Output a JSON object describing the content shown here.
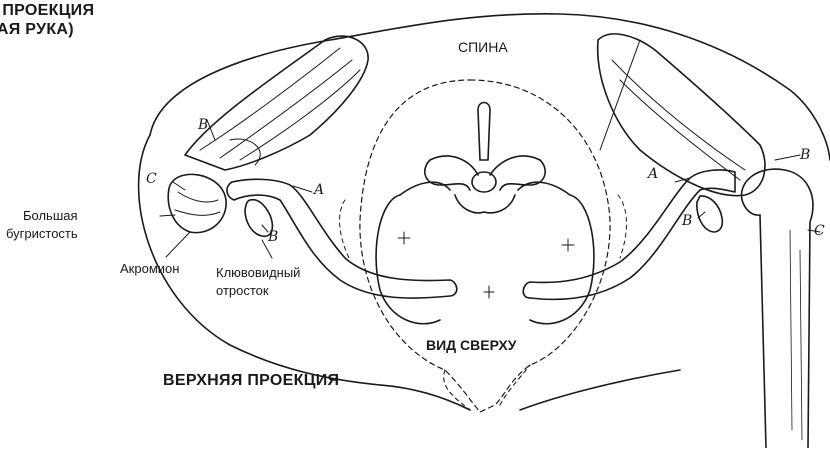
{
  "title_lines": [
    "ЯЯ ПРОЕКЦИЯ",
    "АВАЯ РУКА)"
  ],
  "back_label": "СПИНА",
  "view_label": "ВИД СВЕРХУ",
  "projection_label": "ВЕРХНЯЯ ПРОЕКЦИЯ",
  "left_labels": {
    "greater_tuberosity": [
      "Большая",
      "бугристость"
    ],
    "acromion": "Акромион",
    "coracoid": [
      "Клювовидный",
      "отросток"
    ]
  },
  "letters": {
    "left_b_top": "B",
    "left_c": "C",
    "left_a": "A",
    "left_b_bottom": "B",
    "right_a": "A",
    "right_b_top": "B",
    "right_b_bottom": "B",
    "right_c": "C"
  },
  "colors": {
    "ink": "#1a1a1a",
    "background": "#ffffff"
  }
}
